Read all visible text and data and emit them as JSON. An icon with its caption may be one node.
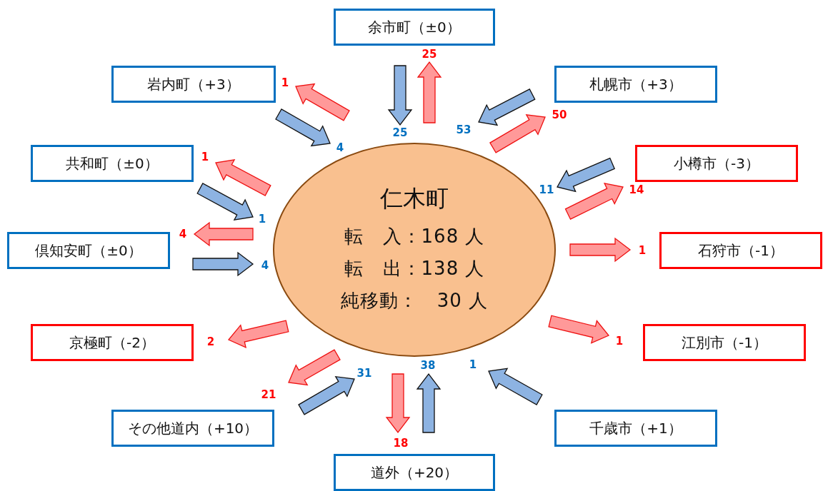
{
  "diagram": {
    "nodes": [
      {
        "text": [
          "仁木町",
          "転　入：168 人",
          "転　出：138 人",
          "純移動：　30 人"
        ]
      },
      {
        "text": [
          "余市町（±0）"
        ]
      },
      {
        "text": [
          "岩内町（+3）"
        ]
      },
      {
        "text": [
          "札幌市（+3）"
        ]
      },
      {
        "text": [
          "共和町（±0）"
        ]
      },
      {
        "text": [
          "小樽市（-3）"
        ]
      },
      {
        "text": [
          "倶知安町（±0）"
        ]
      },
      {
        "text": [
          "石狩市（-1）"
        ]
      },
      {
        "text": [
          "京極町（-2）"
        ]
      },
      {
        "text": [
          "江別市（-1）"
        ]
      },
      {
        "text": [
          "その他道内（+10）"
        ]
      },
      {
        "text": [
          "千歳市（+1）"
        ]
      },
      {
        "text": [
          "道外（+20）"
        ]
      }
    ],
    "edges": [
      {
        "from": 1,
        "to": 0,
        "arrow": "to",
        "label": "25",
        "color": "#8db3e2"
      },
      {
        "from": 0,
        "to": 1,
        "arrow": "to",
        "label": "25"
      },
      {
        "from": 0,
        "to": 2,
        "arrow": "to",
        "label": "1"
      },
      {
        "from": 2,
        "to": 0,
        "arrow": "to",
        "label": "4",
        "color": "#8db3e2"
      },
      {
        "from": 3,
        "to": 0,
        "arrow": "to",
        "label": "53",
        "color": "#8db3e2"
      },
      {
        "from": 0,
        "to": 3,
        "arrow": "to",
        "label": "50"
      },
      {
        "from": 0,
        "to": 4,
        "arrow": "to",
        "label": "1"
      },
      {
        "from": 4,
        "to": 0,
        "arrow": "to",
        "label": "1",
        "color": "#8db3e2"
      },
      {
        "from": 5,
        "to": 0,
        "arrow": "to",
        "label": "11",
        "color": "#8db3e2"
      },
      {
        "from": 0,
        "to": 5,
        "arrow": "to",
        "label": "14"
      },
      {
        "from": 0,
        "to": 6,
        "arrow": "to",
        "label": "4"
      },
      {
        "from": 6,
        "to": 0,
        "arrow": "to",
        "label": "4",
        "color": "#8db3e2"
      },
      {
        "from": 0,
        "to": 7,
        "arrow": "to",
        "label": "1"
      },
      {
        "from": 0,
        "to": 8,
        "arrow": "to",
        "label": "2"
      },
      {
        "from": 0,
        "to": 9,
        "arrow": "to",
        "label": "1"
      },
      {
        "from": 0,
        "to": 10,
        "arrow": "to",
        "label": "21"
      },
      {
        "from": 10,
        "to": 0,
        "arrow": "to",
        "label": "31",
        "color": "#8db3e2"
      },
      {
        "from": 0,
        "to": 12,
        "arrow": "to",
        "label": "18"
      },
      {
        "from": 12,
        "to": 0,
        "arrow": "to",
        "label": "38",
        "color": "#8db3e2"
      },
      {
        "from": 11,
        "to": 0,
        "arrow": "to",
        "label": "1",
        "color": "#8db3e2"
      }
    ]
  }
}
